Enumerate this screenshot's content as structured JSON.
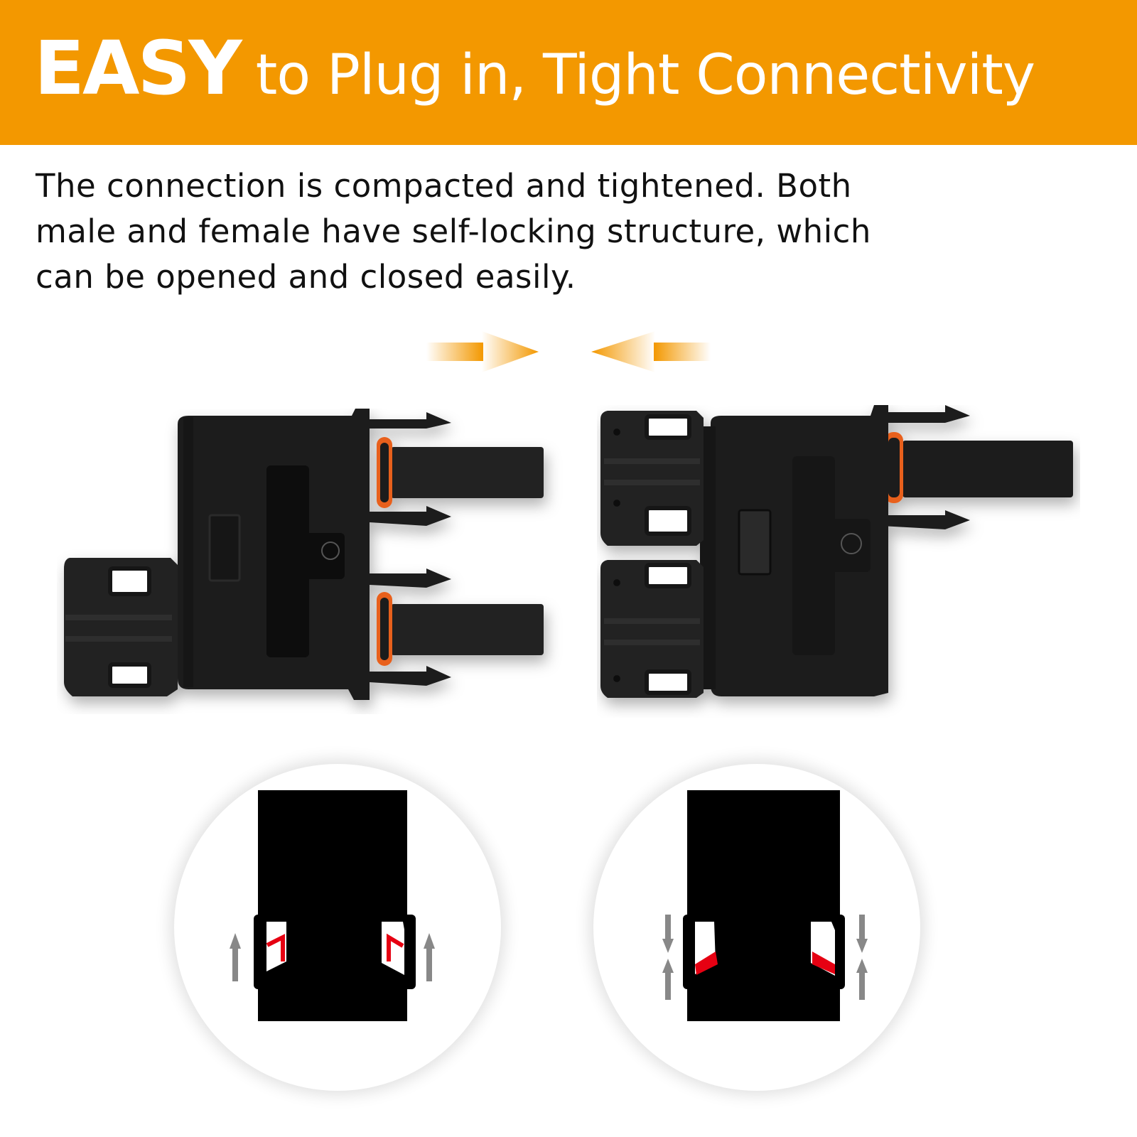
{
  "header": {
    "title_strong": "EASY",
    "title_rest": "to Plug in,  Tight Connectivity",
    "background_color": "#F39800",
    "text_color": "#FFFFFF"
  },
  "description": {
    "lines": [
      "The connection is compacted and tightened. Both",
      "male and female have self-locking structure, which",
      "can be opened and closed easily."
    ]
  },
  "illustration": {
    "arrows": [
      {
        "icon": "arrow-right-icon",
        "color": "#F39800"
      },
      {
        "icon": "arrow-left-icon",
        "color": "#F39800"
      }
    ],
    "connectors": [
      {
        "name": "male-branch-connector",
        "color": "#1c1c1c",
        "seal_color": "#E8601C"
      },
      {
        "name": "female-branch-connector",
        "color": "#1c1c1c",
        "seal_color": "#E8601C"
      }
    ],
    "diagrams": [
      {
        "name": "unlocked-latch-diagram",
        "state": "open",
        "arrows": "up",
        "accent_color": "#E60012",
        "arrow_color": "#888888"
      },
      {
        "name": "locked-latch-diagram",
        "state": "closed",
        "arrows": "pinch",
        "accent_color": "#E60012",
        "arrow_color": "#888888"
      }
    ]
  }
}
